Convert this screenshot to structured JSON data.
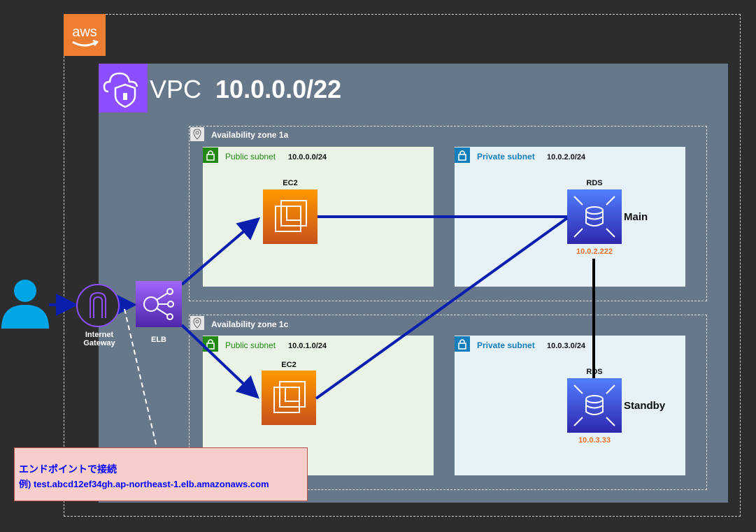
{
  "aws": {
    "logo_text": "aws",
    "brand_color": "#ed7d31"
  },
  "vpc": {
    "label": "VPC",
    "cidr": "10.0.0.0/22",
    "fill": "#66788a",
    "icon_color": "#8c4fff"
  },
  "zones": [
    {
      "name": "Availability zone 1a",
      "public": {
        "label": "Public subnet",
        "cidr": "10.0.0.0/24",
        "instance": "EC2"
      },
      "private": {
        "label": "Private subnet",
        "cidr": "10.0.2.0/24",
        "service": "RDS",
        "role": "Main",
        "ip": "10.0.2.222"
      }
    },
    {
      "name": "Availability zone 1c",
      "public": {
        "label": "Public subnet",
        "cidr": "10.0.1.0/24",
        "instance": "EC2"
      },
      "private": {
        "label": "Private subnet",
        "cidr": "10.0.3.0/24",
        "service": "RDS",
        "role": "Standby",
        "ip": "10.0.3.33"
      }
    }
  ],
  "internet_gateway": {
    "label_line1": "Internet",
    "label_line2": "Gateway"
  },
  "elb": {
    "label": "ELB"
  },
  "callout": {
    "line1": "エンドポイントで接続",
    "line2": "例) test.abcd12ef34gh.ap-northeast-1.elb.amazonaws.com"
  },
  "icons": [
    "user-icon",
    "internet-gateway-icon",
    "elb-icon",
    "ec2-icon",
    "rds-icon",
    "vpc-icon",
    "lock-icon",
    "location-pin-icon"
  ],
  "colors": {
    "arrow": "#0a1fad",
    "ip_text": "#e8731e",
    "public_subnet": "#248814",
    "private_subnet": "#147eba"
  }
}
